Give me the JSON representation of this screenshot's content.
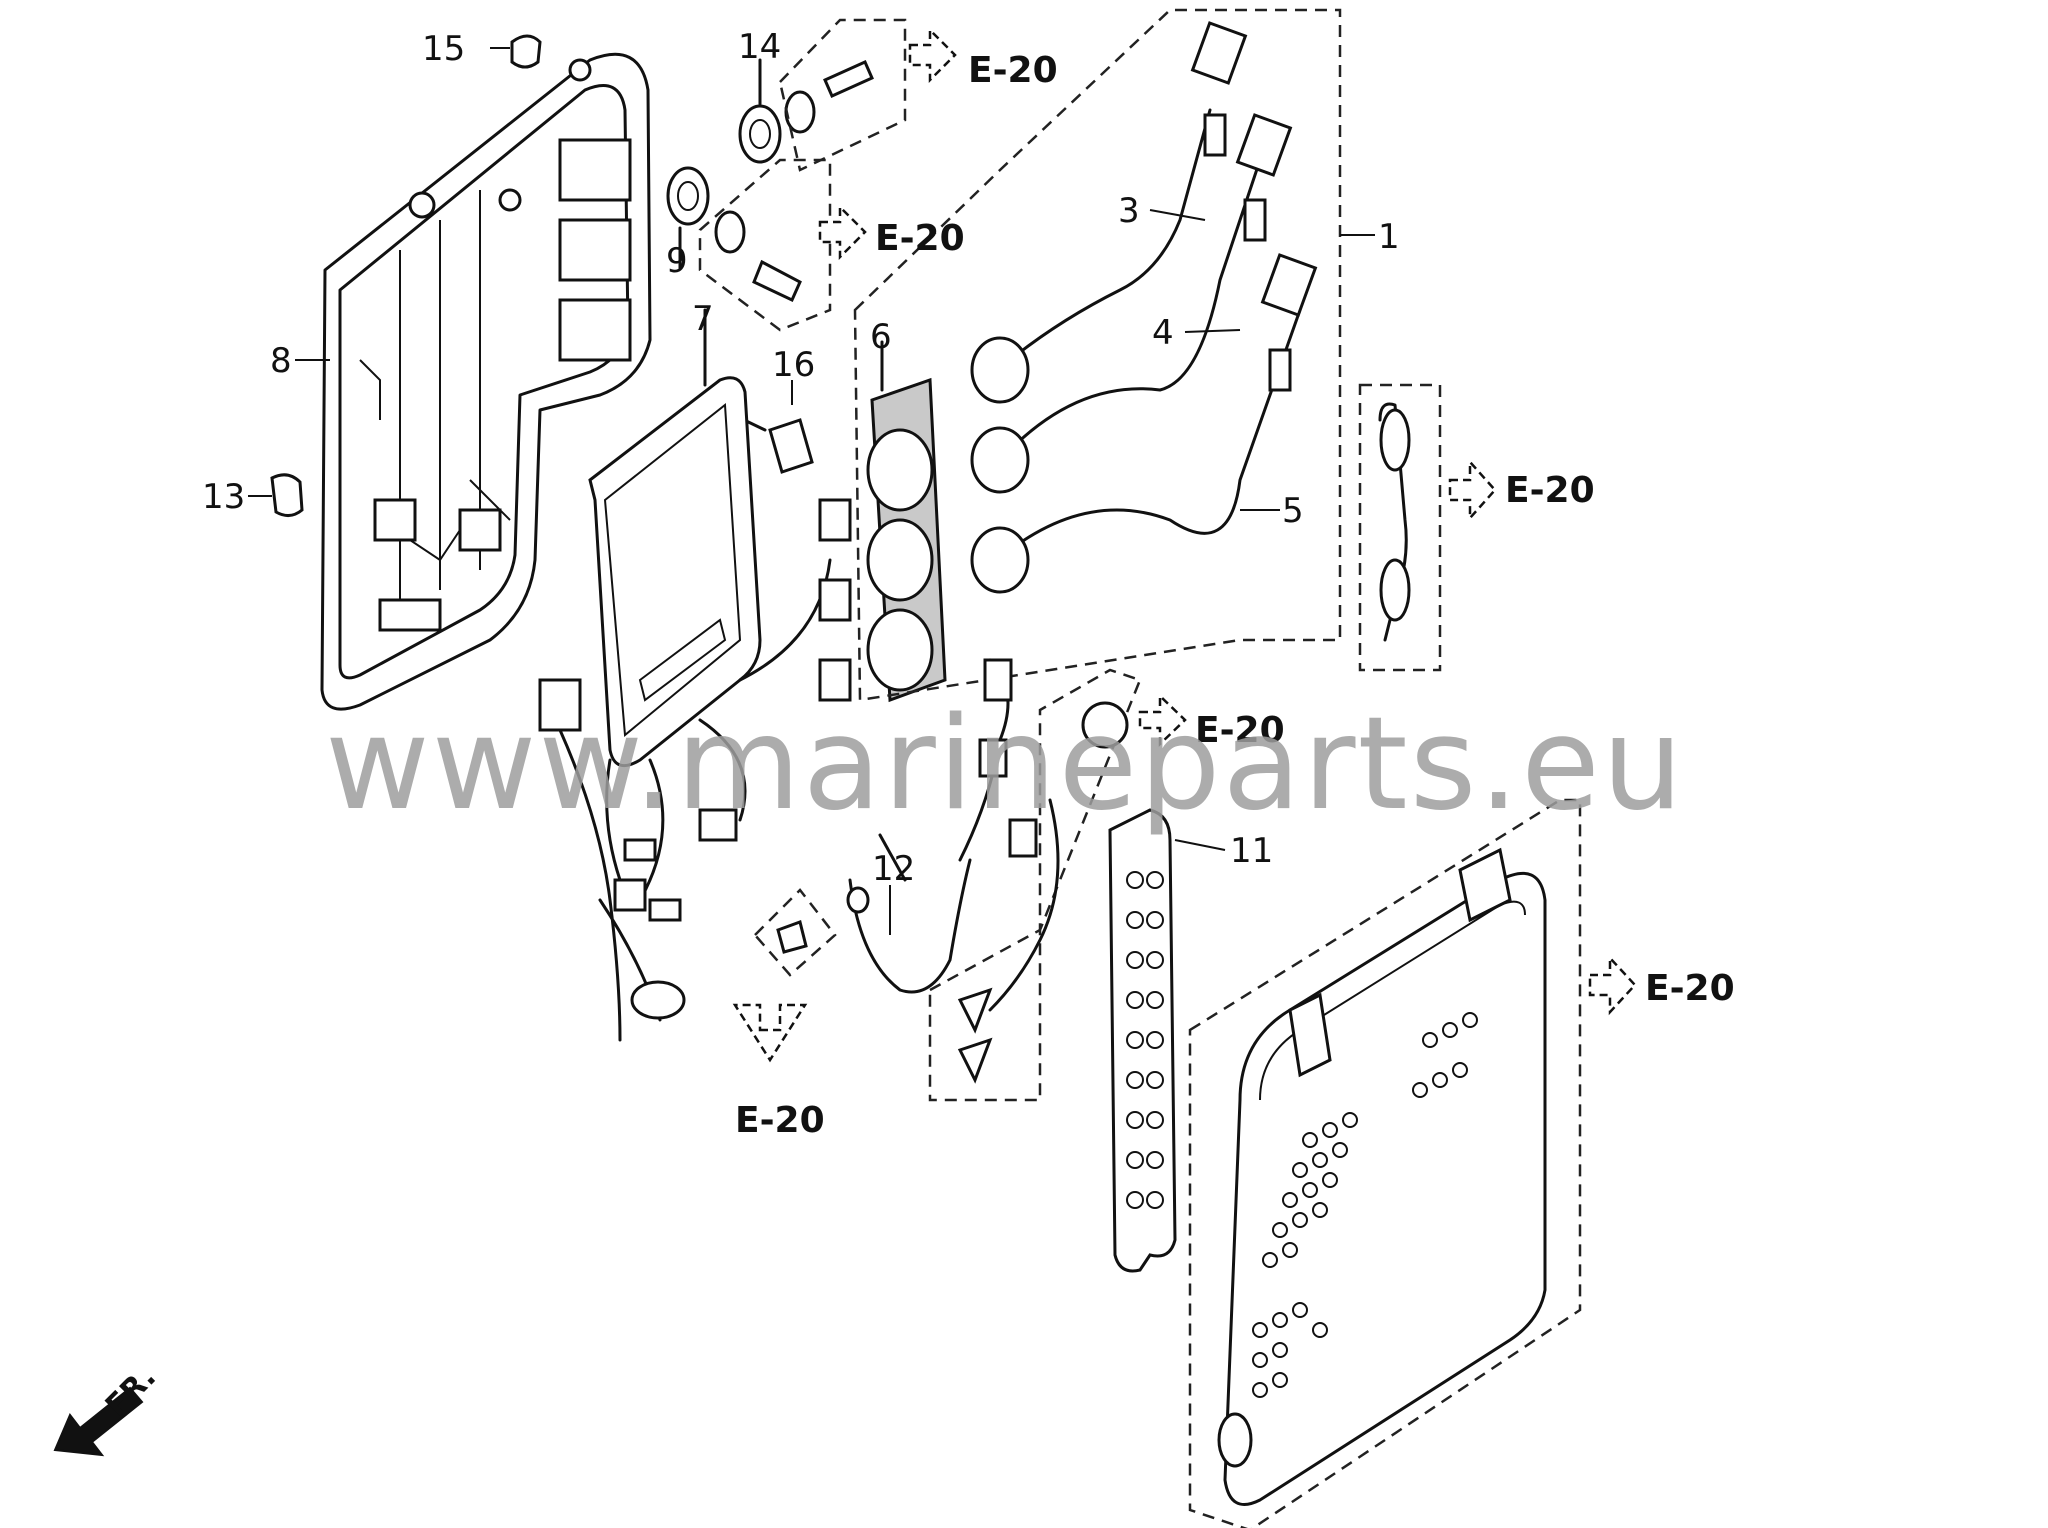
{
  "callouts": {
    "c1": "1",
    "c3": "3",
    "c4": "4",
    "c5": "5",
    "c6": "6",
    "c7": "7",
    "c8": "8",
    "c9": "9",
    "c11": "11",
    "c12": "12",
    "c13": "13",
    "c14": "14",
    "c15": "15",
    "c16": "16"
  },
  "references": {
    "r1": "E-20",
    "r2": "E-20",
    "r3": "E-20",
    "r4": "E-20",
    "r5": "E-20",
    "r6": "E-20"
  },
  "watermark": "www.marineparts.eu",
  "direction_label": "FR."
}
